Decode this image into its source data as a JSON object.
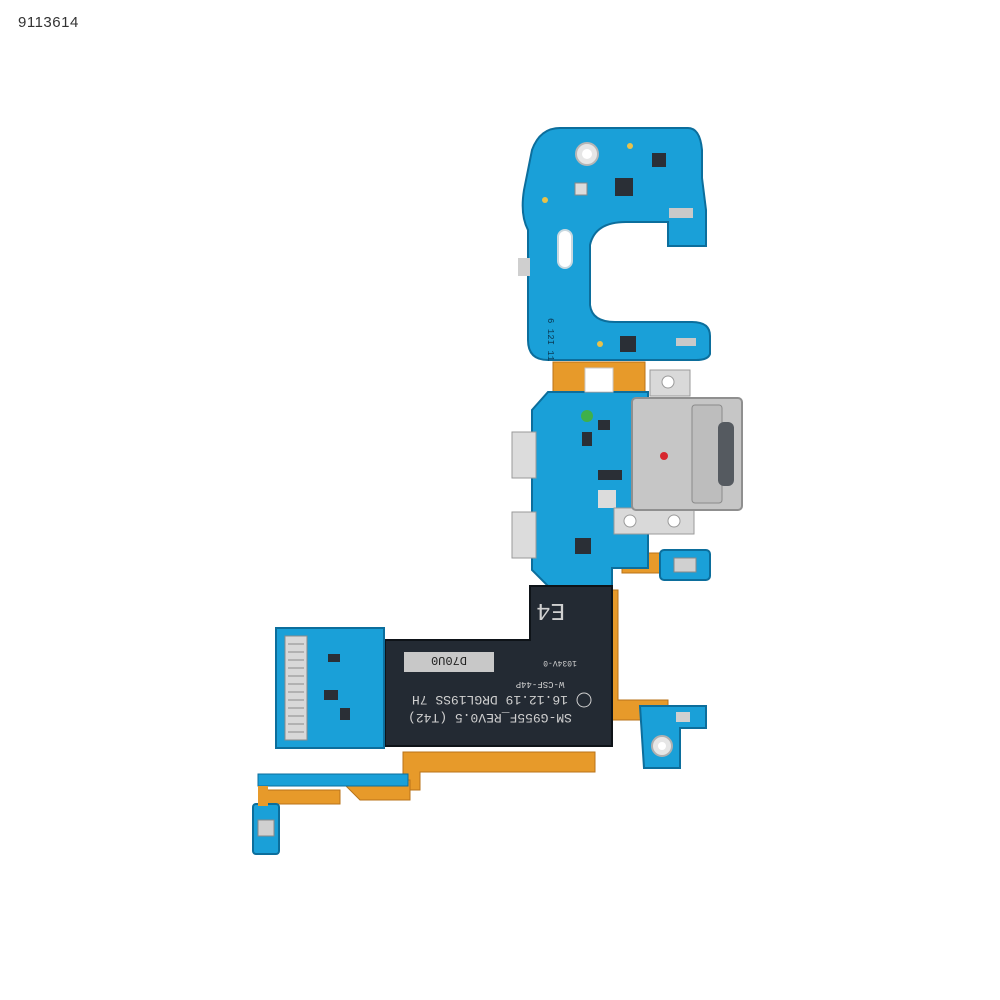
{
  "product_id": "9113614",
  "board": {
    "model_line": "SM-G955F_REV0.5 (T42)",
    "date_line": "16.12.19 DRGL19SS 7H",
    "marking": "E4",
    "code_line": "1034V-0",
    "small_line": "W-CSF-44P",
    "label": "D70U0",
    "print_small": "6 12I 11",
    "pcb_color": "#1aa0d8",
    "flex_color": "#e79a2a",
    "shield_color": "#232a33"
  }
}
